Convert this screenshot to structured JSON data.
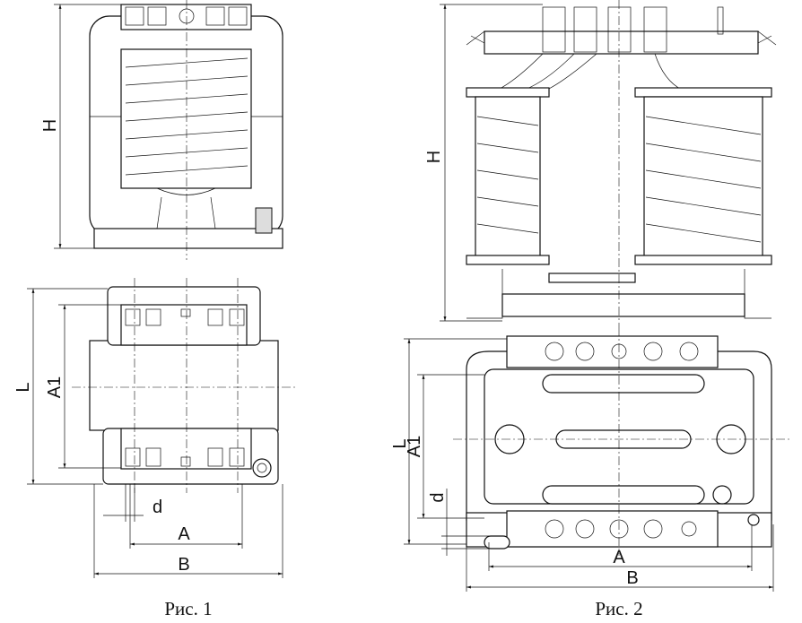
{
  "figure1": {
    "caption": "Рис. 1",
    "labels": {
      "H": "H",
      "L": "L",
      "A1": "A1",
      "d": "d",
      "A": "A",
      "B": "B"
    }
  },
  "figure2": {
    "caption": "Рис. 2",
    "labels": {
      "H": "H",
      "L": "L",
      "A1": "A1",
      "d": "d",
      "A": "A",
      "B": "B"
    }
  }
}
